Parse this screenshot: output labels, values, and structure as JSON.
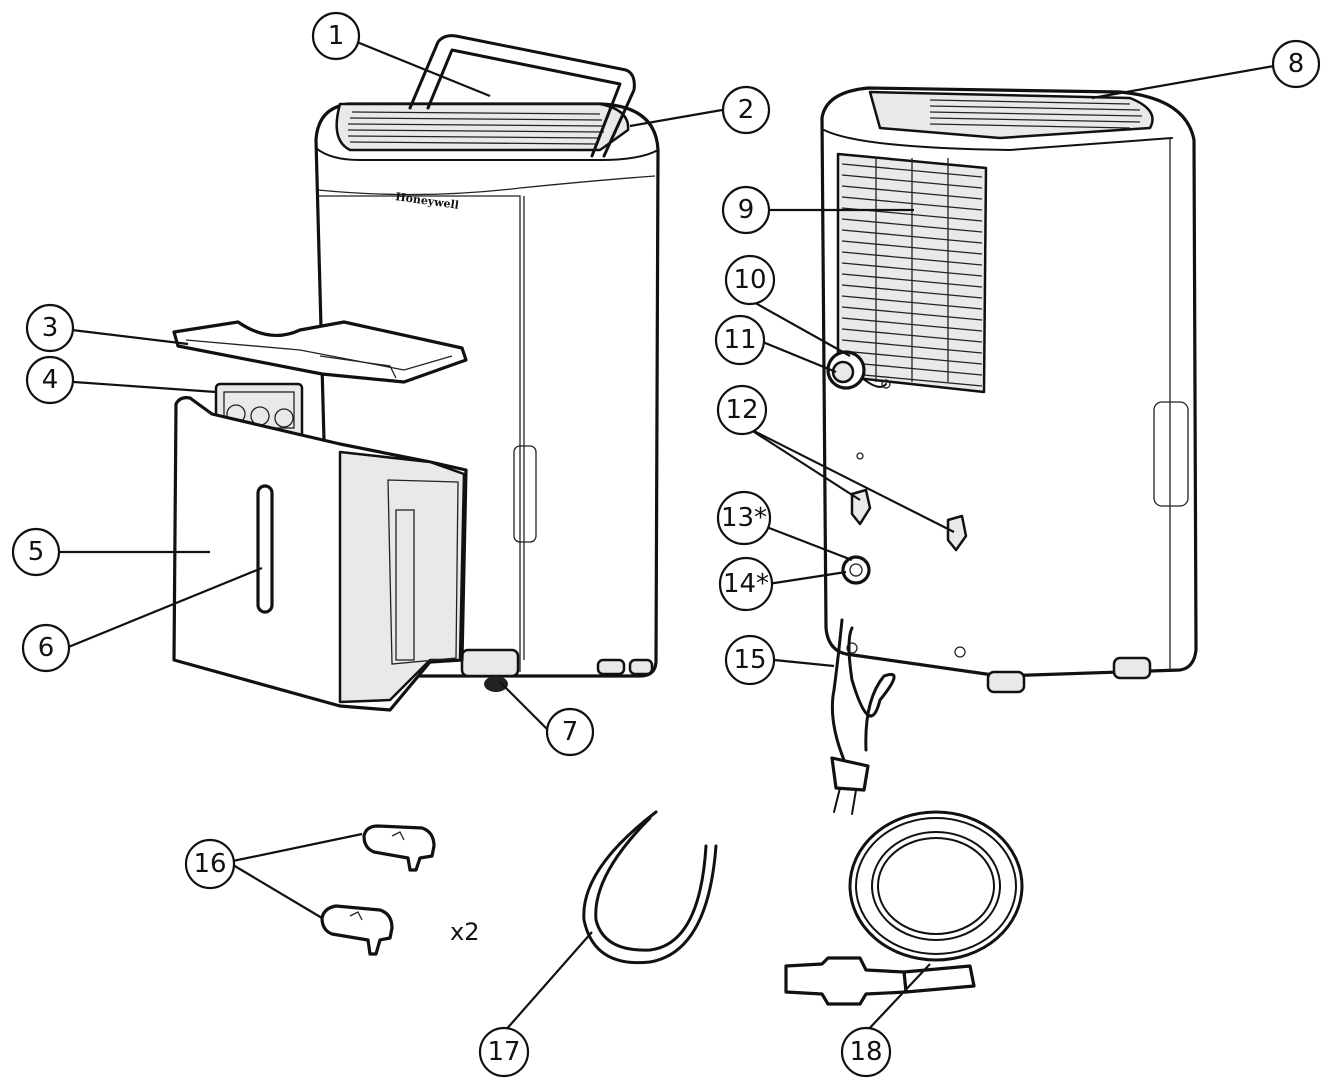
{
  "brand_label": "Honeywell",
  "quantity_label": "x2",
  "callouts": [
    {
      "id": "1",
      "label": "1"
    },
    {
      "id": "2",
      "label": "2"
    },
    {
      "id": "3",
      "label": "3"
    },
    {
      "id": "4",
      "label": "4"
    },
    {
      "id": "5",
      "label": "5"
    },
    {
      "id": "6",
      "label": "6"
    },
    {
      "id": "7",
      "label": "7"
    },
    {
      "id": "8",
      "label": "8"
    },
    {
      "id": "9",
      "label": "9"
    },
    {
      "id": "10",
      "label": "10"
    },
    {
      "id": "11",
      "label": "11"
    },
    {
      "id": "12",
      "label": "12"
    },
    {
      "id": "13",
      "label": "13*"
    },
    {
      "id": "14",
      "label": "14*"
    },
    {
      "id": "15",
      "label": "15"
    },
    {
      "id": "16",
      "label": "16"
    },
    {
      "id": "17",
      "label": "17"
    },
    {
      "id": "18",
      "label": "18"
    }
  ]
}
